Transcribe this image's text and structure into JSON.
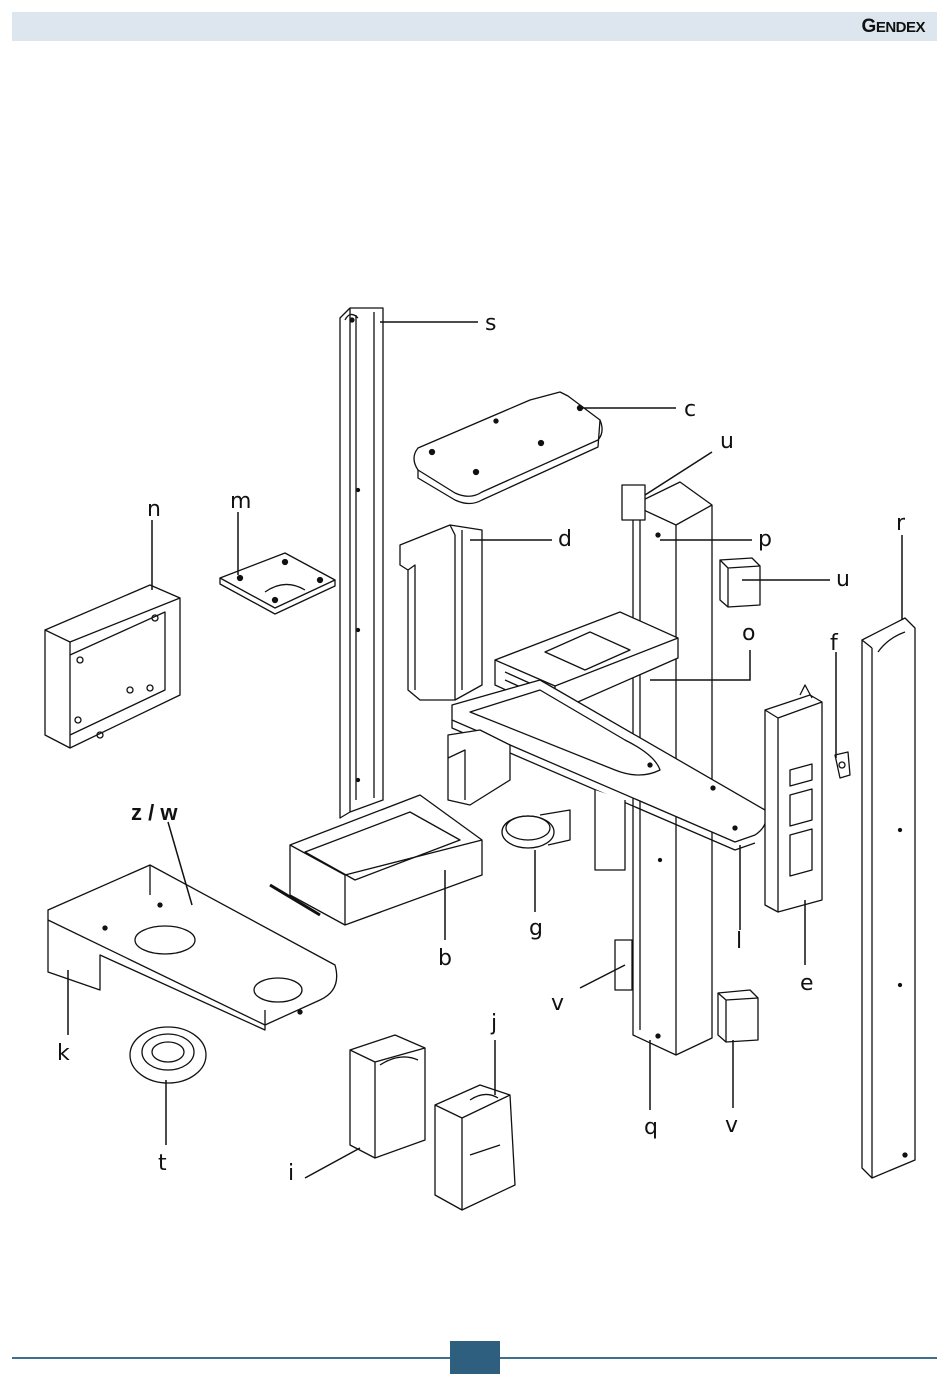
{
  "header": {
    "brand_first": "G",
    "brand_rest": "ENDEX"
  },
  "labels": {
    "s": "s",
    "c": "c",
    "u_top": "u",
    "p": "p",
    "u_right": "u",
    "n": "n",
    "m": "m",
    "d": "d",
    "r": "r",
    "o": "o",
    "f": "f",
    "zw": "z / w",
    "g": "g",
    "b": "b",
    "l": "l",
    "e": "e",
    "v_left": "v",
    "k": "k",
    "j": "j",
    "t": "t",
    "q": "q",
    "v_right": "v",
    "i": "i"
  },
  "footer": {
    "page_number": ""
  },
  "colors": {
    "header_bg": "#dde6ee",
    "footer_line": "#3e6f8b",
    "page_tab": "#2f5f7e"
  }
}
